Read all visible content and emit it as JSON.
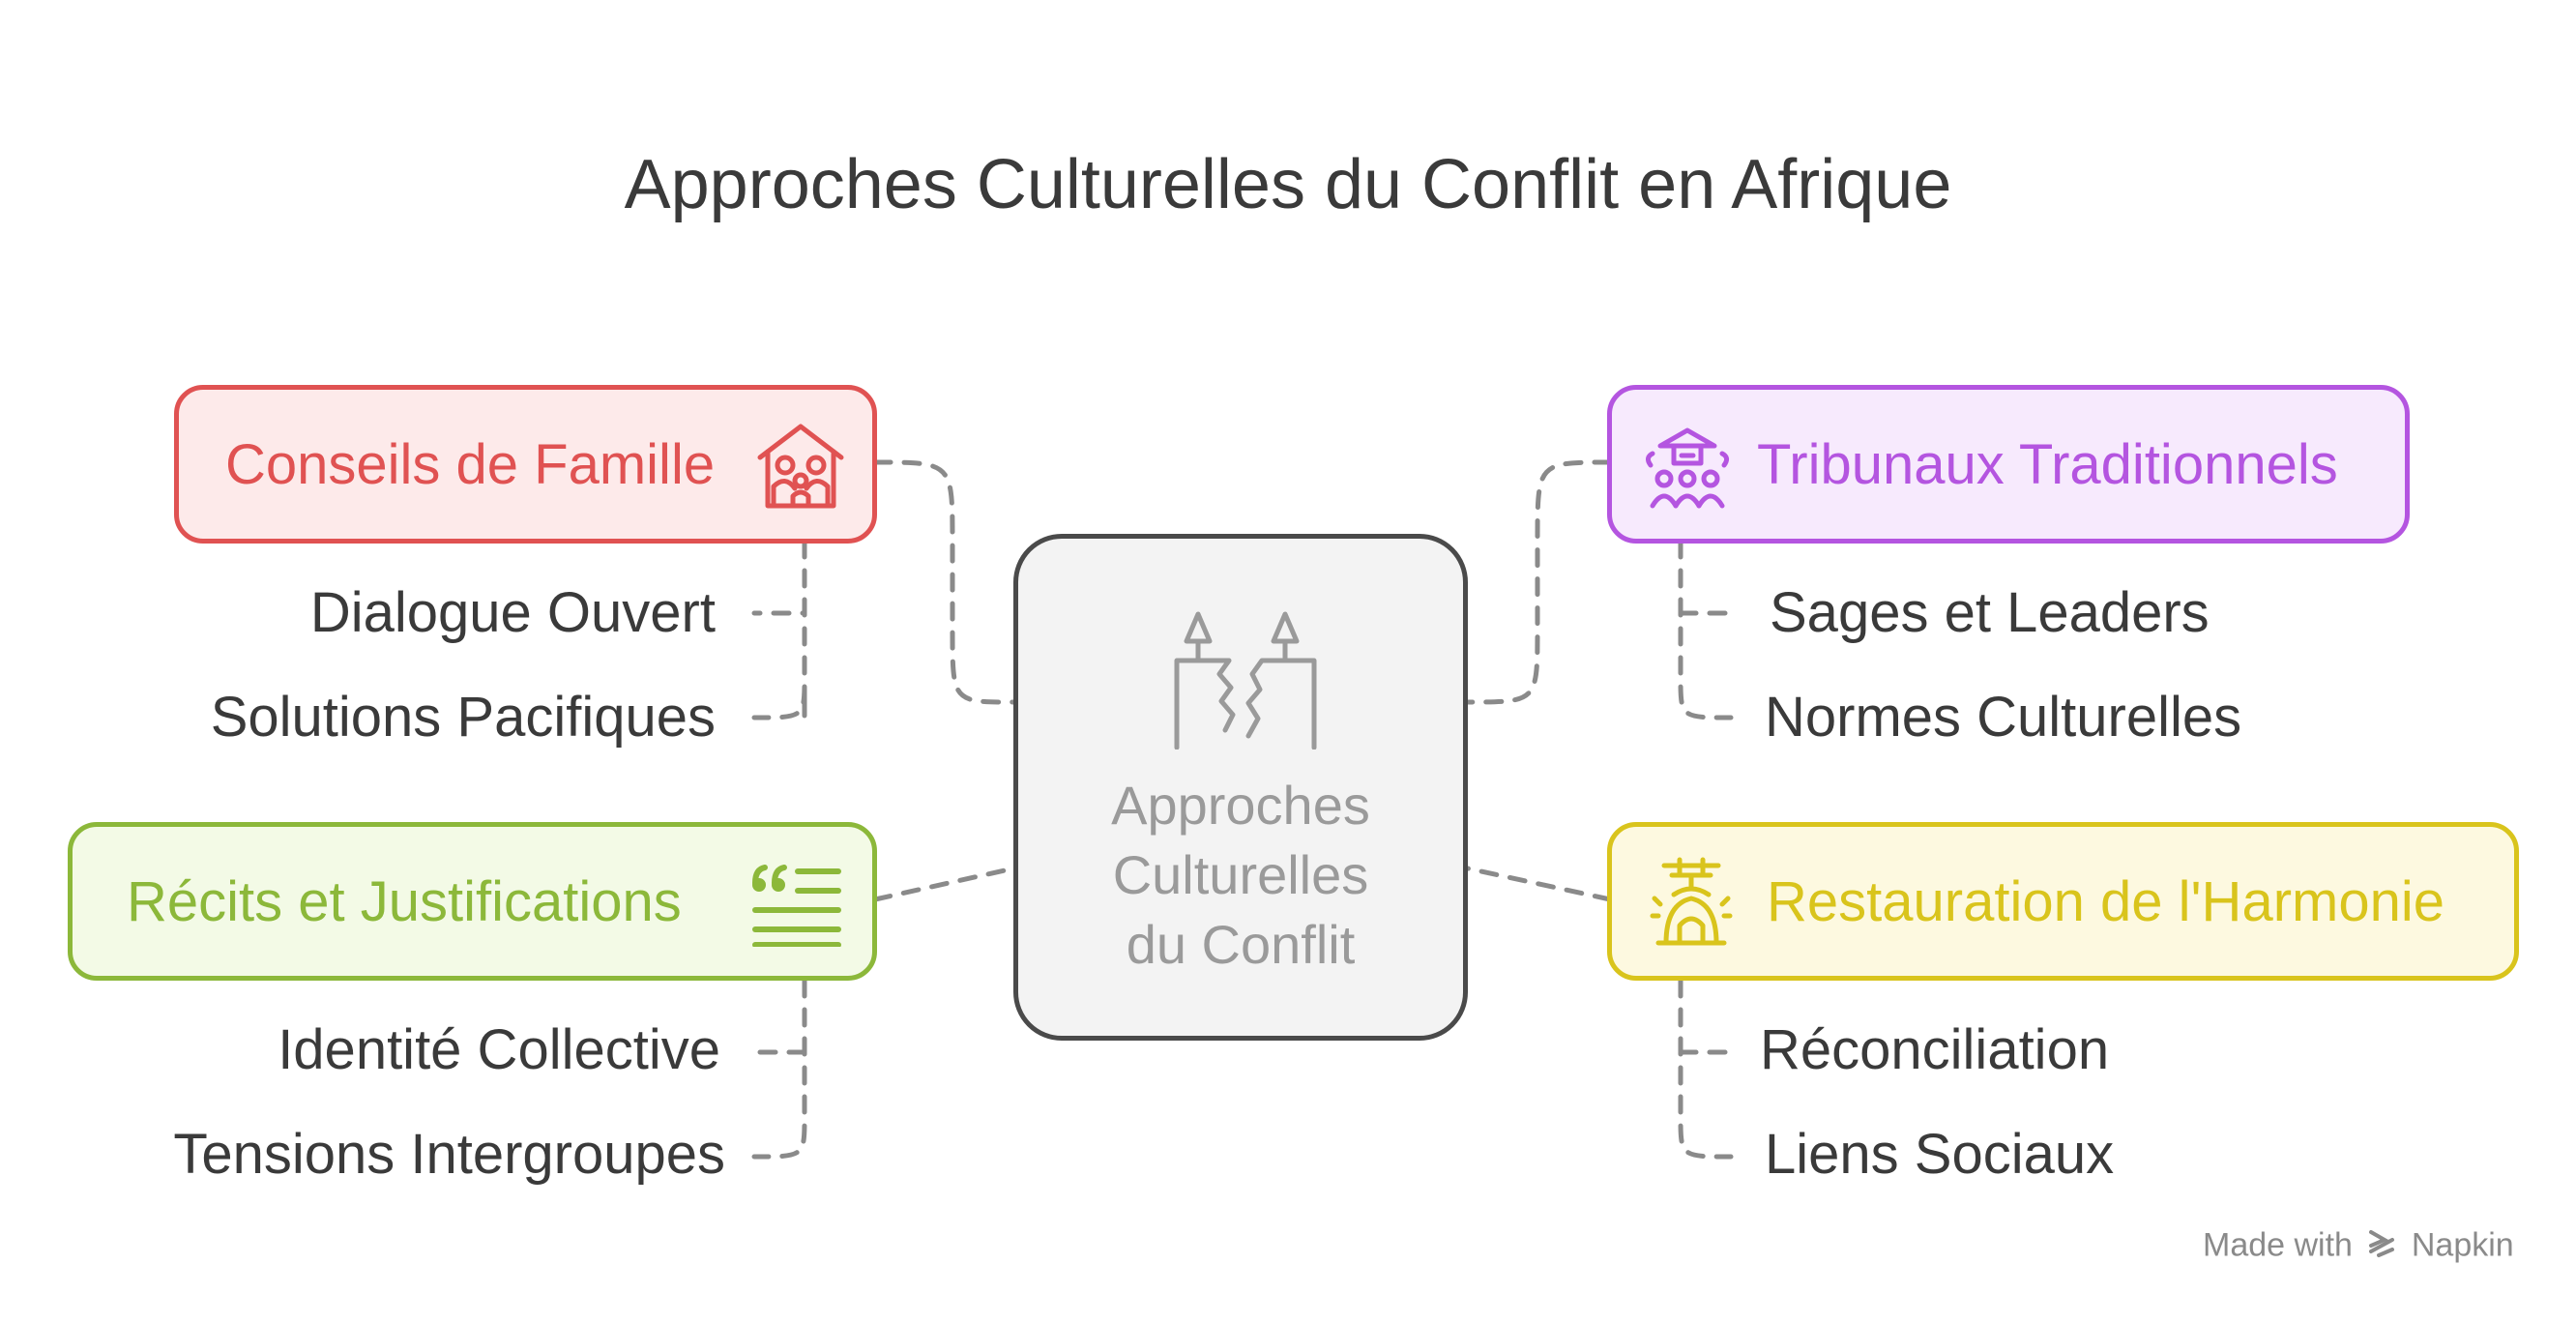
{
  "title": "Approches Culturelles du Conflit en Afrique",
  "center": {
    "lines": [
      "Approches",
      "Culturelles",
      "du Conflit"
    ],
    "icon": "broken-bridge-icon"
  },
  "branches": {
    "family": {
      "label": "Conseils de Famille",
      "icon": "family-house-icon",
      "color": "#e05252",
      "fill": "#fdeaea",
      "items": [
        "Dialogue Ouvert",
        "Solutions Pacifiques"
      ]
    },
    "tribunals": {
      "label": "Tribunaux Traditionnels",
      "icon": "elder-council-icon",
      "color": "#b455e0",
      "fill": "#f7eafd",
      "items": [
        "Sages et Leaders",
        "Normes Culturelles"
      ]
    },
    "narratives": {
      "label": "Récits et Justifications",
      "icon": "quote-text-icon",
      "color": "#8cb83a",
      "fill": "#f3fae6",
      "items": [
        "Identité Collective",
        "Tensions Intergroupes"
      ]
    },
    "harmony": {
      "label": "Restauration de l'Harmonie",
      "icon": "shrine-icon",
      "color": "#d9c41c",
      "fill": "#fdf9e0",
      "items": [
        "Réconciliation",
        "Liens Sociaux"
      ]
    }
  },
  "connector_color": "#8a8a8a",
  "brand": {
    "made_with": "Made with",
    "name": "Napkin",
    "icon": "napkin-logo-icon"
  }
}
